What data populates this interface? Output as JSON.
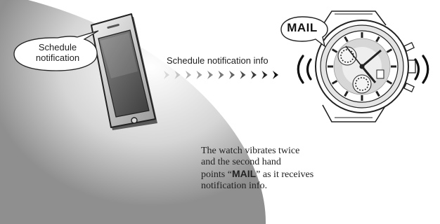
{
  "phone": {
    "bubble_line1": "Schedule",
    "bubble_line2": "notification"
  },
  "flow": {
    "label": "Schedule notification info"
  },
  "watch": {
    "mail_label": "MAIL",
    "vibration_marks": "(( ))"
  },
  "caption": {
    "line1": "The watch vibrates twice",
    "line2": "and the second hand",
    "line3_pre": "points “",
    "line3_bold": "MAIL",
    "line3_post": "” as it receives",
    "line4": "notification info."
  },
  "colors": {
    "ink": "#1a1a1a",
    "arrow_dark": "#111111",
    "arrow_light": "#d8d8d8",
    "gradient_center": "#ffffff",
    "gradient_edge": "#8f8f8f"
  }
}
